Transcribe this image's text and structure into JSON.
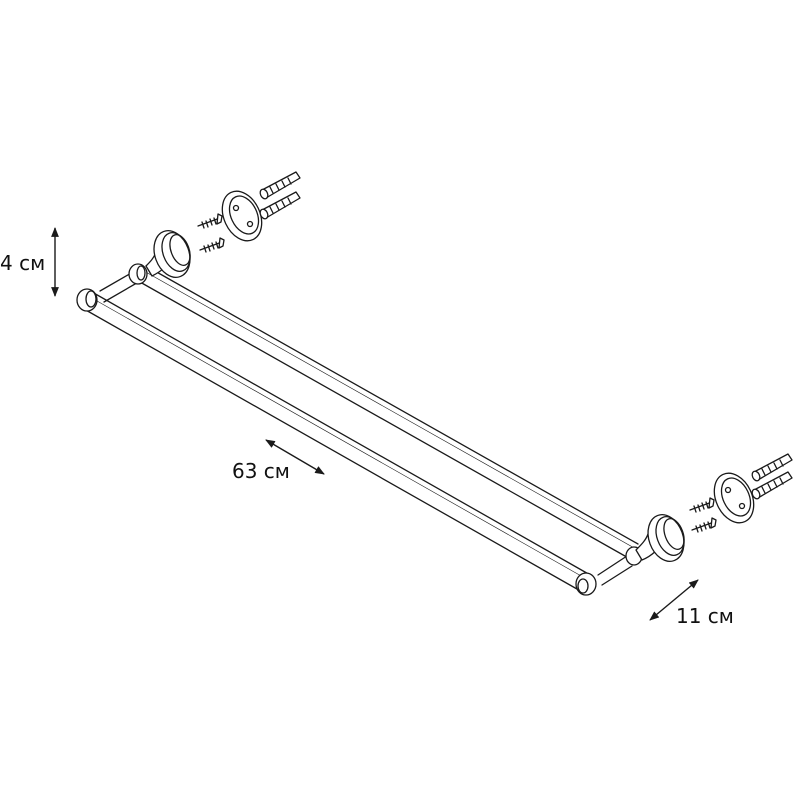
{
  "dimensions": {
    "height": {
      "label": "4 см"
    },
    "length": {
      "label": "63 см"
    },
    "depth": {
      "label": "11 см"
    }
  },
  "colors": {
    "line": "#1a1a1a",
    "background": "#ffffff"
  }
}
